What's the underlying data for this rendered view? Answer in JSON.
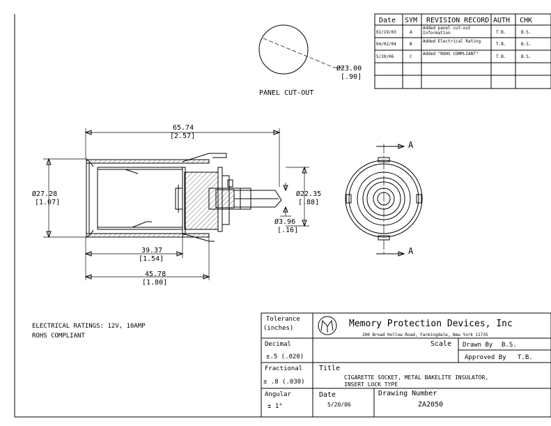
{
  "revision_table": {
    "headers": {
      "date": "Date",
      "sym": "SYM",
      "record": "REVISION RECORD",
      "auth": "AUTH",
      "chk": "CHK"
    },
    "rows": [
      {
        "date": "02/19/03",
        "sym": "A",
        "record": "Added panel cut-out Information",
        "auth": "T.B.",
        "chk": "B.S."
      },
      {
        "date": "04/02/04",
        "sym": "B",
        "record": "Added Electrical Rating",
        "auth": "T.B.",
        "chk": "B.S."
      },
      {
        "date": "5/20/06",
        "sym": "C",
        "record": "Added \"ROHS COMPLIANT\"",
        "auth": "T.B.",
        "chk": "B.S."
      }
    ]
  },
  "panel_cutout": {
    "dim_mm": "Ø23.00",
    "dim_in": "[.90]",
    "label": "PANEL CUT-OUT"
  },
  "side_view": {
    "overall_length_mm": "65.74",
    "overall_length_in": "[2.57]",
    "body_dia_mm": "Ø27.28",
    "body_dia_in": "[1.07]",
    "shell_dia_mm": "Ø22.35",
    "shell_dia_in": "[.88]",
    "pin_dia_mm": "Ø3.96",
    "pin_dia_in": "[.16]",
    "sleeve_length_mm": "39.37",
    "sleeve_length_in": "[1.54]",
    "body_length_mm": "45.78",
    "body_length_in": "[1.80]"
  },
  "end_view": {
    "section_label_top": "A",
    "section_label_bottom": "A"
  },
  "notes": {
    "line1": "ELECTRICAL RATINGS: 12V, 10AMP",
    "line2": "ROHS COMPLIANT"
  },
  "title_block": {
    "tolerance_label": "Tolerance",
    "tolerance_units": "(inches)",
    "company_name": "Memory Protection Devices, Inc",
    "company_address": "200 Broad Hollow Road, Farmingdale, New York 11735",
    "decimal_label": "Decimal",
    "decimal_value": "±.5 (.020)",
    "fractional_label": "Fractional",
    "fractional_value": "± .8 (.030)",
    "angular_label": "Angular",
    "angular_value": "± 1°",
    "scale_label": "Scale",
    "drawn_label": "Drawn By",
    "drawn_value": "B.S.",
    "approved_label": "Approved By",
    "approved_value": "T.B.",
    "title_label": "Title",
    "title_line1": "CIGARETTE SOCKET, METAL BAKELITE INSULATOR,",
    "title_line2": "INSERT LOCK TYPE",
    "date_label": "Date",
    "date_value": "5/20/06",
    "drawing_number_label": "Drawing Number",
    "drawing_number_value": "ZA2050"
  }
}
